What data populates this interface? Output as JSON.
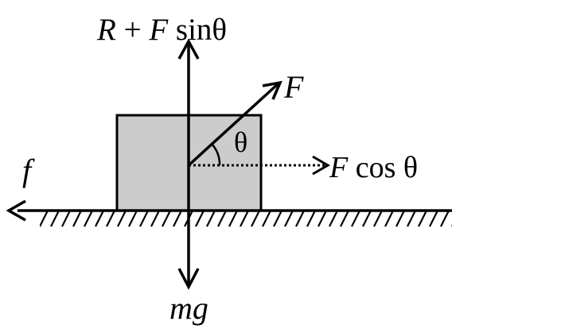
{
  "labels": {
    "normal_force": {
      "r": "R",
      "plus": " + ",
      "f": "F",
      "sin": " sinθ"
    },
    "applied_force": "F",
    "angle": "θ",
    "horizontal_component": {
      "f": "F",
      "rest": " cos θ"
    },
    "friction": "f",
    "weight": {
      "m": "m",
      "g": "g"
    }
  },
  "colors": {
    "ink": "#000000",
    "block_fill": "#cccccc",
    "background": "#ffffff"
  }
}
